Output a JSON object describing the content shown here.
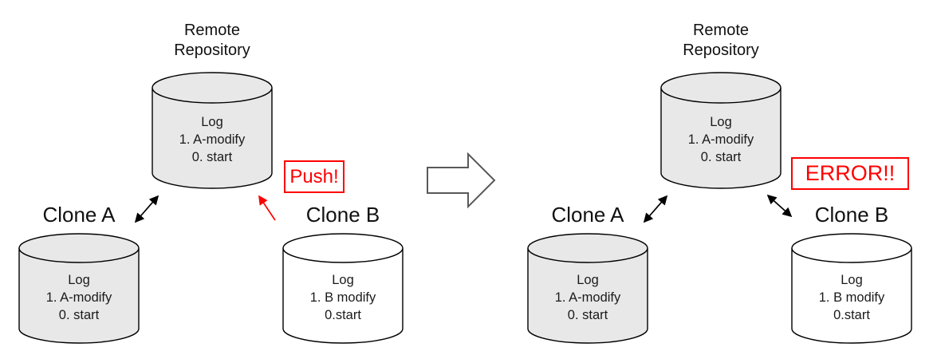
{
  "diagram": {
    "title_semantic": "git-push-conflict-diagram",
    "colors": {
      "red": "#ff0000",
      "cylinder_fill_gray": "#e9e8e8",
      "cylinder_fill_white": "#ffffff",
      "outline_black": "#000000",
      "transition_arrow_stroke": "#595959"
    },
    "left": {
      "remote": {
        "title_lines": [
          "Remote",
          "Repository"
        ],
        "log": [
          "Log",
          "1. A-modify",
          "0. start"
        ]
      },
      "clone_a": {
        "label": "Clone A",
        "log": [
          "Log",
          "1. A-modify",
          "0. start"
        ]
      },
      "clone_b": {
        "label": "Clone B",
        "log": [
          "Log",
          "1. B modify",
          "0.start"
        ]
      },
      "badge": "Push!"
    },
    "right": {
      "remote": {
        "title_lines": [
          "Remote",
          "Repository"
        ],
        "log": [
          "Log",
          "1. A-modify",
          "0. start"
        ]
      },
      "clone_a": {
        "label": "Clone A",
        "log": [
          "Log",
          "1. A-modify",
          "0. start"
        ]
      },
      "clone_b": {
        "label": "Clone B",
        "log": [
          "Log",
          "1. B modify",
          "0.start"
        ]
      },
      "badge": "ERROR!!"
    }
  }
}
